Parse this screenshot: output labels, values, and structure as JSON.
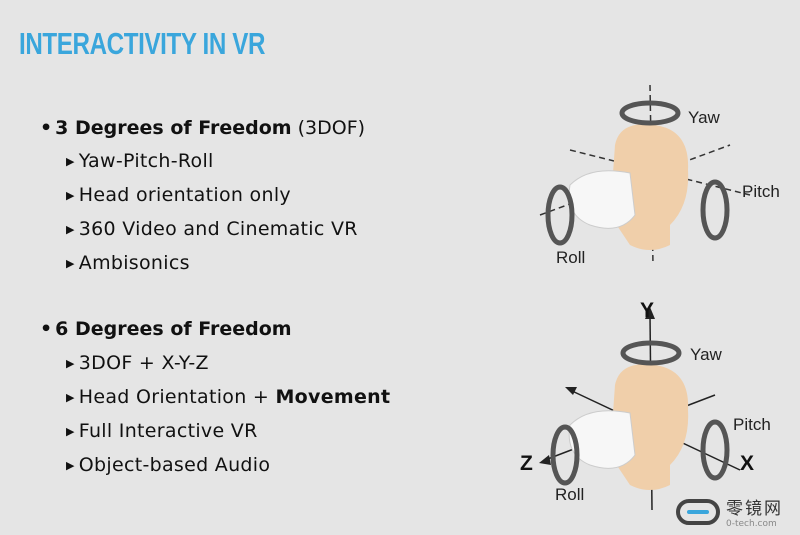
{
  "title": "INTERACTIVITY IN VR",
  "sections": [
    {
      "heading_bold": "3 Degrees of Freedom",
      "heading_rest": " (3DOF)",
      "items": [
        {
          "text": "Yaw-Pitch-Roll"
        },
        {
          "text": "Head orientation only"
        },
        {
          "text": "360 Video and Cinematic VR"
        },
        {
          "text": "Ambisonics"
        }
      ]
    },
    {
      "heading_bold": "6 Degrees of Freedom",
      "heading_rest": "",
      "items": [
        {
          "text": "3DOF + X-Y-Z"
        },
        {
          "text": "Head Orientation + ",
          "bold": "Movement"
        },
        {
          "text": "Full Interactive VR"
        },
        {
          "text": "Object-based Audio"
        }
      ]
    }
  ],
  "diagram1": {
    "yaw": "Yaw",
    "pitch": "Pitch",
    "roll": "Roll"
  },
  "diagram2": {
    "yaw": "Yaw",
    "pitch": "Pitch",
    "roll": "Roll",
    "x": "X",
    "y": "Y",
    "z": "Z"
  },
  "watermark": {
    "name": "零镜网",
    "site": "0-tech.com"
  },
  "colors": {
    "title": "#3aa6dc",
    "skin": "#f0cfaa"
  }
}
